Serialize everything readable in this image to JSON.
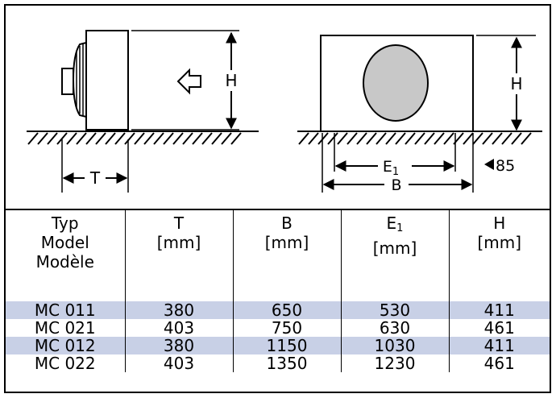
{
  "diagram": {
    "left_view": {
      "depth_label": "T",
      "height_label": "H"
    },
    "right_view": {
      "height_label": "H",
      "spacing_label": "E",
      "spacing_subscript": "1",
      "width_label": "B",
      "clearance_value": "85"
    }
  },
  "table": {
    "header": {
      "typ_lines": [
        "Typ",
        "Model",
        "Modèle"
      ],
      "t": {
        "name": "T",
        "unit": "[mm]"
      },
      "b": {
        "name": "B",
        "unit": "[mm]"
      },
      "e1": {
        "name": "E",
        "sub": "1",
        "unit": "[mm]"
      },
      "h": {
        "name": "H",
        "unit": "[mm]"
      }
    },
    "rows": [
      {
        "model": "MC 011",
        "t": "380",
        "b": "650",
        "e1": "530",
        "h": "411"
      },
      {
        "model": "MC 021",
        "t": "403",
        "b": "750",
        "e1": "630",
        "h": "461"
      },
      {
        "model": "MC 012",
        "t": "380",
        "b": "1150",
        "e1": "1030",
        "h": "411"
      },
      {
        "model": "MC 022",
        "t": "403",
        "b": "1350",
        "e1": "1230",
        "h": "461"
      }
    ],
    "shade_color": "#c8d0e6"
  }
}
